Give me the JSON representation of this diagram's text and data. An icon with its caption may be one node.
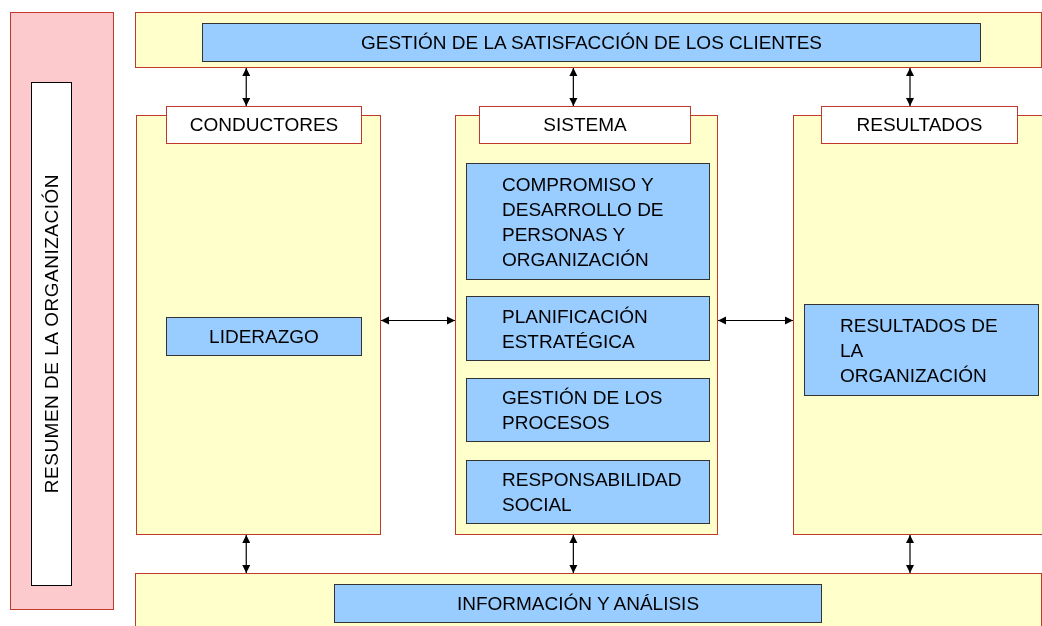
{
  "diagram": {
    "nodes": [
      {
        "text": [],
        "shape": "box"
      },
      {
        "text": [
          "RESUMEN DE LA ORGANIZACIÓN"
        ],
        "in": 0
      },
      {
        "text": [],
        "shape": "box"
      },
      {
        "text": [
          "GESTIÓN DE LA SATISFACCIÓN DE LOS CLIENTES"
        ],
        "in": 2
      },
      {
        "text": [
          "CONDUCTORES"
        ]
      },
      {
        "text": [
          "LIDERAZGO"
        ],
        "in": 4
      },
      {
        "text": [
          "SISTEMA"
        ]
      },
      {
        "text": [
          "COMPROMISO Y DESARROLLO DE PERSONAS Y ORGANIZACIÓN"
        ],
        "in": 6
      },
      {
        "text": [
          "PLANIFICACIÓN ESTRATÉGICA"
        ],
        "in": 6
      },
      {
        "text": [
          "GESTIÓN DE LOS PROCESOS"
        ],
        "in": 6
      },
      {
        "text": [
          "RESPONSABILIDAD SOCIAL"
        ],
        "in": 6
      },
      {
        "text": [
          "RESULTADOS"
        ]
      },
      {
        "text": [
          "RESULTADOS DE LA ORGANIZACIÓN"
        ],
        "in": 11
      },
      {
        "text": [],
        "shape": "box"
      },
      {
        "text": [
          "INFORMACIÓN Y ANÁLISIS"
        ],
        "in": 13
      }
    ],
    "edges": [
      {
        "from": 2,
        "to": 4,
        "arrow": "both"
      },
      {
        "from": 2,
        "to": 6,
        "arrow": "both"
      },
      {
        "from": 2,
        "to": 11,
        "arrow": "both"
      },
      {
        "from": 4,
        "to": 6,
        "arrow": "both"
      },
      {
        "from": 6,
        "to": 11,
        "arrow": "both"
      },
      {
        "from": 4,
        "to": 13,
        "arrow": "both"
      },
      {
        "from": 6,
        "to": 13,
        "arrow": "both"
      },
      {
        "from": 11,
        "to": 13,
        "arrow": "both"
      }
    ]
  }
}
